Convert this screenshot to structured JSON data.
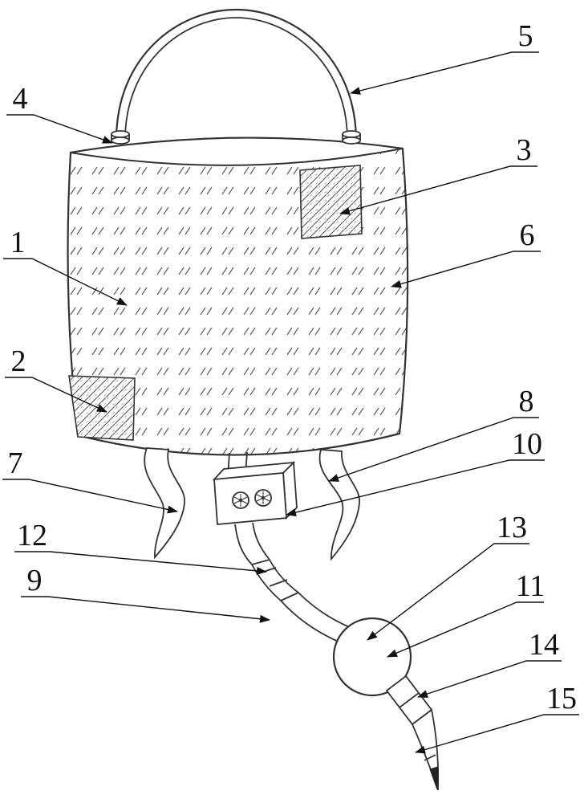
{
  "figure": {
    "part_labels": [
      "1",
      "2",
      "3",
      "4",
      "5",
      "6",
      "7",
      "8",
      "9",
      "10",
      "11",
      "12",
      "13",
      "14",
      "15"
    ]
  },
  "colors": {
    "line": "#333333",
    "label_text": "#111111",
    "background": "#ffffff"
  }
}
